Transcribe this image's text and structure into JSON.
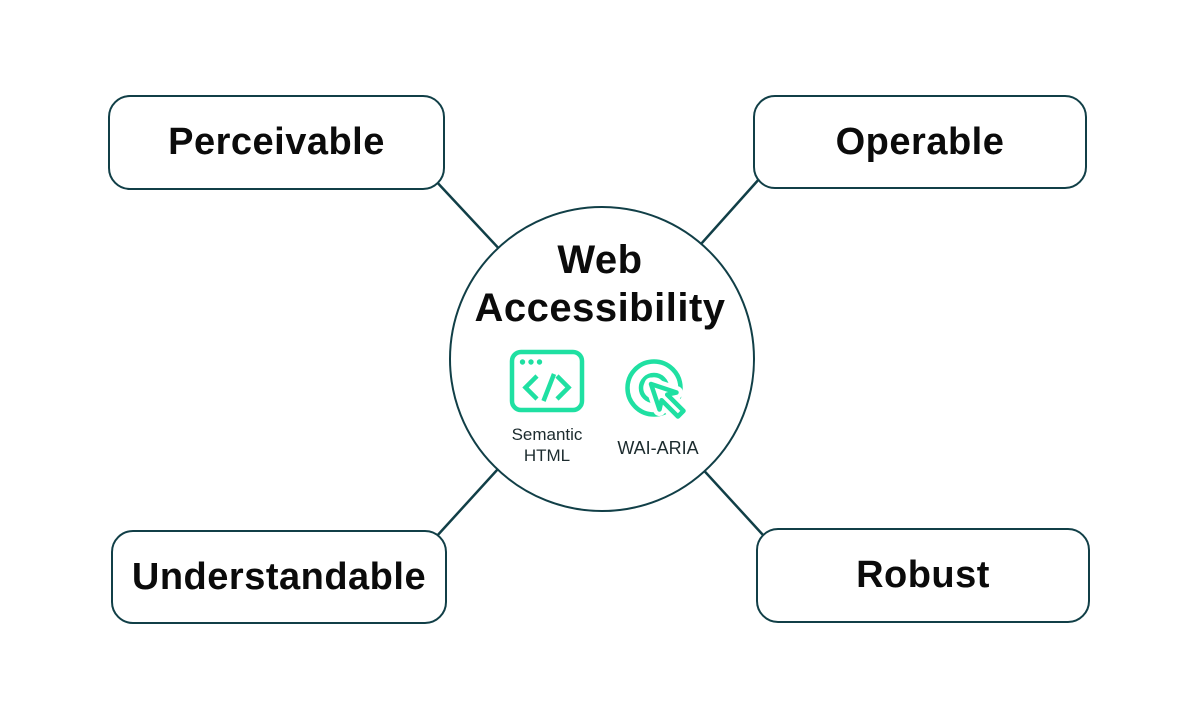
{
  "diagram": {
    "center": {
      "title": "Web Accessibility",
      "items": [
        {
          "label": "Semantic HTML",
          "icon": "browser-code-icon"
        },
        {
          "label": "WAI-ARIA",
          "icon": "click-cursor-icon"
        }
      ]
    },
    "nodes": [
      {
        "id": "perceivable",
        "label": "Perceivable",
        "position": "top-left"
      },
      {
        "id": "operable",
        "label": "Operable",
        "position": "top-right"
      },
      {
        "id": "understandable",
        "label": "Understandable",
        "position": "bottom-left"
      },
      {
        "id": "robust",
        "label": "Robust",
        "position": "bottom-right"
      }
    ],
    "colors": {
      "outline": "#113F47",
      "accent_green": "#1FE0A2",
      "text": "#0B0B0B",
      "secondary_text": "#1C2B2E",
      "background": "#FFFFFF"
    }
  }
}
